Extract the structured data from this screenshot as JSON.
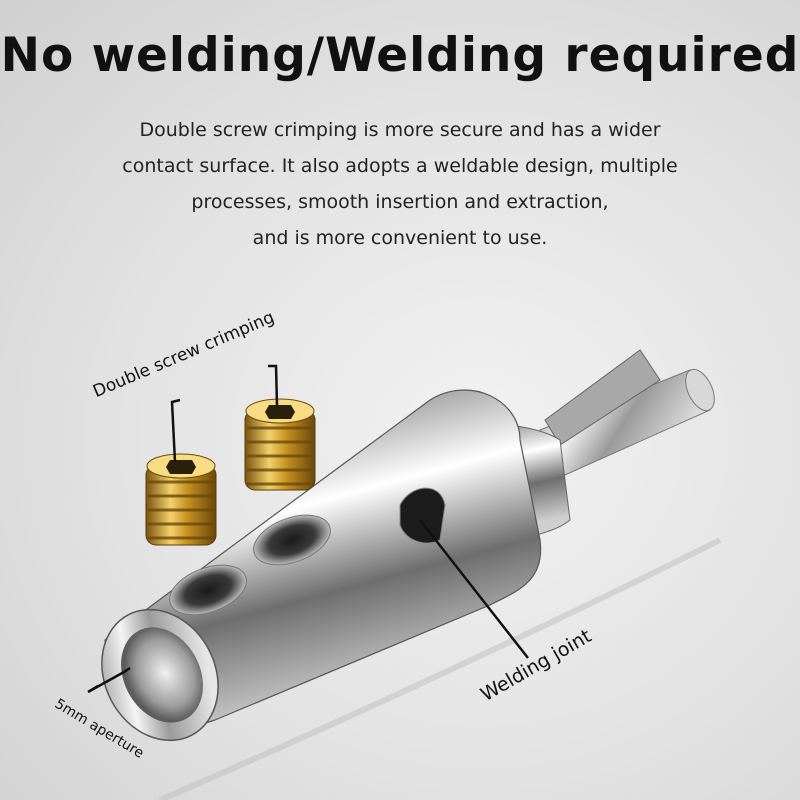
{
  "title": "No welding/Welding required",
  "description_lines": [
    "Double screw crimping is more secure and has a wider",
    "contact surface. It also adopts a weldable design, multiple",
    "processes, smooth insertion and extraction,",
    "and is more convenient to use."
  ],
  "callouts": {
    "screw": "Double screw crimping",
    "weld": "Welding joint",
    "aperture": "5mm aperture"
  },
  "colors": {
    "background": "#e2e2e2",
    "metal": "#c8c8c8",
    "gold": "#d4a531",
    "text": "#111111"
  }
}
